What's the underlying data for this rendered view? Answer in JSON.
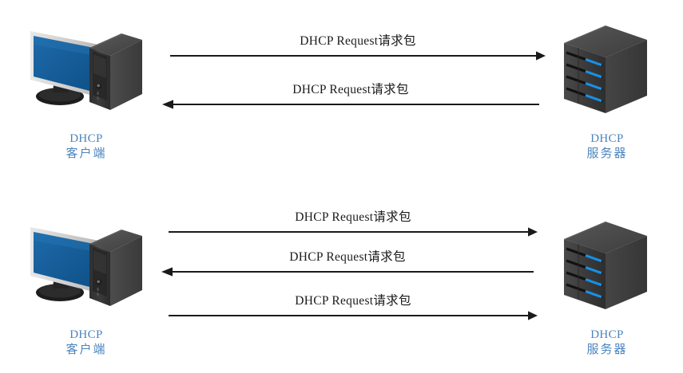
{
  "diagram": {
    "title": "DHCP Request exchange diagram",
    "background_color": "#ffffff",
    "label_color": "#4a84bd",
    "arrow_color": "#1a1a1a",
    "text_color": "#1b1b1b",
    "server_led_color": "#1a8fe0",
    "monitor_screen_color": "#14609c"
  },
  "sections": [
    {
      "id": "top",
      "client": {
        "icon": "desktop-computer-icon",
        "label_line1": "DHCP",
        "label_line2": "客户端"
      },
      "server": {
        "icon": "server-tower-icon",
        "label_line1": "DHCP",
        "label_line2": "服务器"
      },
      "messages": [
        {
          "label": "DHCP Request请求包",
          "direction": "right"
        },
        {
          "label": "DHCP Request请求包",
          "direction": "left"
        }
      ]
    },
    {
      "id": "bottom",
      "client": {
        "icon": "desktop-computer-icon",
        "label_line1": "DHCP",
        "label_line2": "客户端"
      },
      "server": {
        "icon": "server-tower-icon",
        "label_line1": "DHCP",
        "label_line2": "服务器"
      },
      "messages": [
        {
          "label": "DHCP Request请求包",
          "direction": "right"
        },
        {
          "label": "DHCP Request请求包",
          "direction": "left"
        },
        {
          "label": "DHCP Request请求包",
          "direction": "right"
        }
      ]
    }
  ]
}
